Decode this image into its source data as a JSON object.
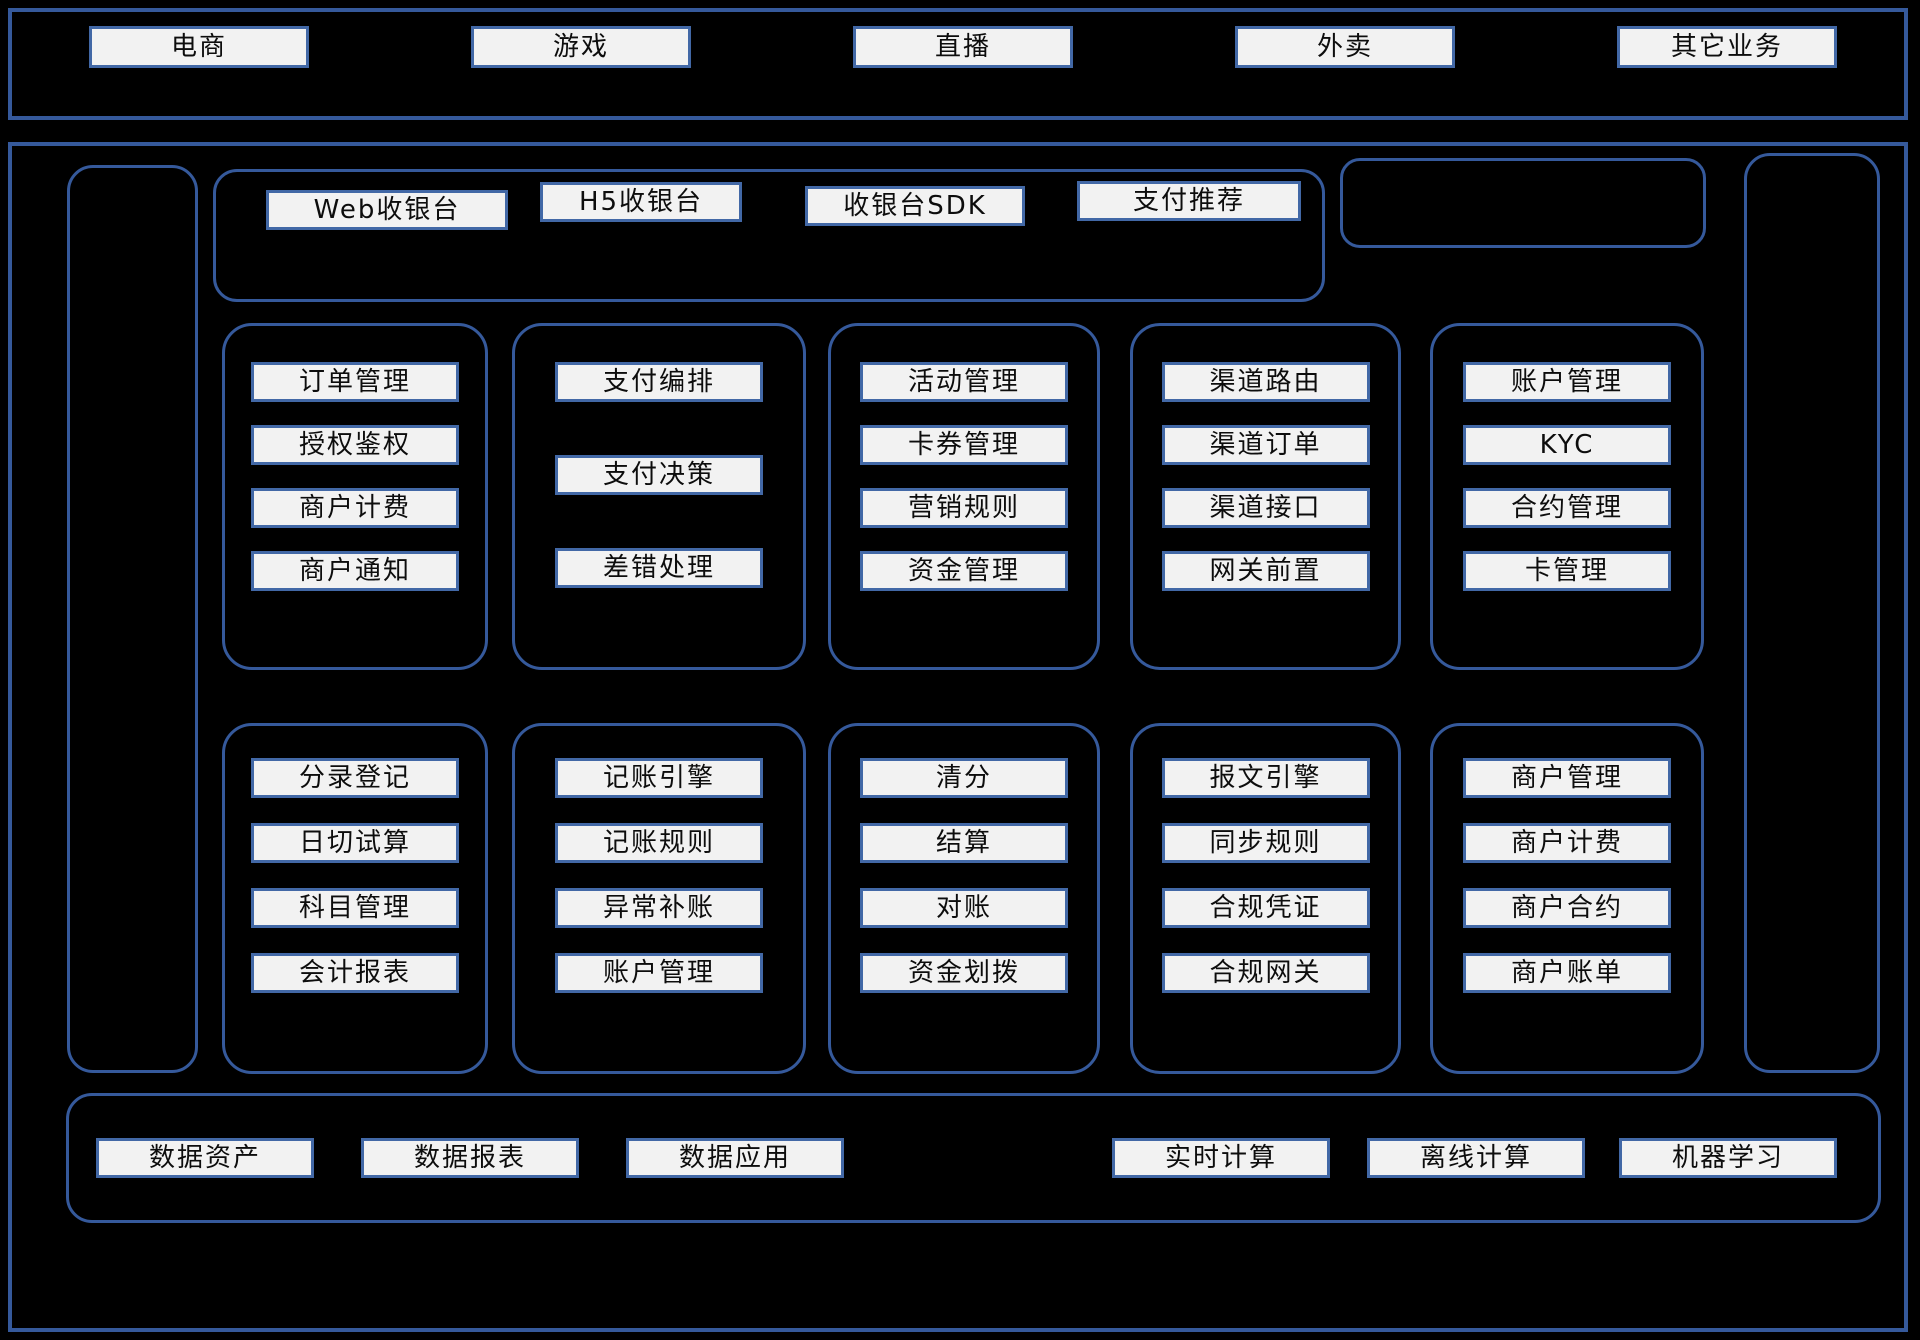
{
  "colors": {
    "background": "#000000",
    "container_border": "#35599b",
    "node_border": "#4268a6",
    "node_fill": "#f2f2f2",
    "node_text": "#0d0d0d"
  },
  "business_layer": {
    "items": [
      "电商",
      "游戏",
      "直播",
      "外卖",
      "其它业务"
    ]
  },
  "access_layer": {
    "cashier_items": [
      "Web收银台",
      "H5收银台",
      "收银台SDK",
      "支付推荐"
    ]
  },
  "core_row1": [
    {
      "items": [
        "订单管理",
        "授权鉴权",
        "商户计费",
        "商户通知"
      ]
    },
    {
      "items": [
        "支付编排",
        "支付决策",
        "差错处理"
      ]
    },
    {
      "items": [
        "活动管理",
        "卡券管理",
        "营销规则",
        "资金管理"
      ]
    },
    {
      "items": [
        "渠道路由",
        "渠道订单",
        "渠道接口",
        "网关前置"
      ]
    },
    {
      "items": [
        "账户管理",
        "KYC",
        "合约管理",
        "卡管理"
      ]
    }
  ],
  "core_row2": [
    {
      "items": [
        "分录登记",
        "日切试算",
        "科目管理",
        "会计报表"
      ]
    },
    {
      "items": [
        "记账引擎",
        "记账规则",
        "异常补账",
        "账户管理"
      ]
    },
    {
      "items": [
        "清分",
        "结算",
        "对账",
        "资金划拨"
      ]
    },
    {
      "items": [
        "报文引擎",
        "同步规则",
        "合规凭证",
        "合规网关"
      ]
    },
    {
      "items": [
        "商户管理",
        "商户计费",
        "商户合约",
        "商户账单"
      ]
    }
  ],
  "data_layer": {
    "left_items": [
      "数据资产",
      "数据报表",
      "数据应用"
    ],
    "right_items": [
      "实时计算",
      "离线计算",
      "机器学习"
    ]
  }
}
